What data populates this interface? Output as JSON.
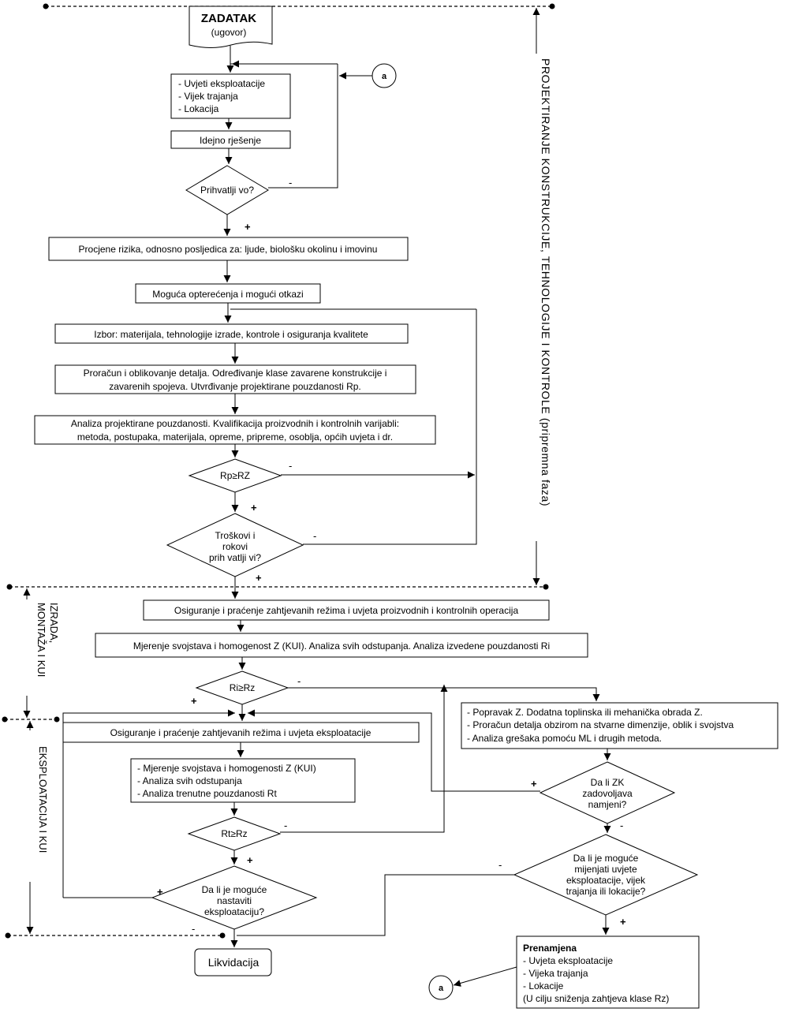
{
  "start": {
    "title": "ZADATAK",
    "subtitle": "(ugovor)"
  },
  "connector_label": "a",
  "boxes": {
    "uvjeti": [
      "- Uvjeti eksploatacije",
      "- Vijek trajanja",
      "- Lokacija"
    ],
    "idejno": "Idejno rješenje",
    "procjene": "Procjene rizika, odnosno posljedica za: ljude, biološku okolinu i imovinu",
    "moguca": "Moguća opterećenja i mogući otkazi",
    "izbor": "Izbor: materijala, tehnologije izrade, kontrole i osiguranja kvalitete",
    "proracun": [
      "Proračun i oblikovanje detalja. Određivanje klase zavarene konstrukcije i",
      "zavarenih spojeva. Utvrđivanje projektirane pouzdanosti Rp."
    ],
    "analiza": [
      "Analiza projektirane pouzdanosti. Kvalifikacija proizvodnih i kontrolnih  varijabli:",
      "metoda, postupaka, materijala, opreme, pripreme, osoblja, općih uvjeta i dr."
    ],
    "osiguranje1": "Osiguranje i praćenje zahtjevanih režima i uvjeta proizvodnih i kontrolnih operacija",
    "mjerenje1": "Mjerenje svojstava i homogenost Z (KUI). Analiza svih odstupanja. Analiza izvedene pouzdanosti Ri",
    "osiguranje2": "Osiguranje i praćenje zahtjevanih režima i uvjeta eksploatacije",
    "mjerenje2": [
      "- Mjerenje svojstava i homogenosti Z (KUI)",
      "- Analiza svih odstupanja",
      "- Analiza trenutne pouzdanosti Rt"
    ],
    "popravak": [
      "- Popravak Z. Dodatna toplinska ili mehanička obrada Z.",
      "- Proračun detalja obzirom na stvarne dimenzije, oblik i svojstva",
      "- Analiza grešaka pomoću ML i drugih metoda."
    ],
    "prenamjena_title": "Prenamjena",
    "prenamjena": [
      "- Uvjeta eksploatacije",
      "- Vijeka trajanja",
      "- Lokacije",
      "(U cilju sniženja zahtjeva klase Rz)"
    ],
    "likvidacija": "Likvidacija"
  },
  "decisions": {
    "prihvatljivo": "Prihvatlji vo?",
    "rp": "Rp≥RZ",
    "troskovi": [
      "Troškovi i",
      "rokovi",
      "prih vatlji vi?"
    ],
    "ri": "Ri≥Rz",
    "rt": "Rt≥Rz",
    "nastaviti": [
      "Da li je moguće",
      "nastaviti",
      "eksploataciju?"
    ],
    "zk": [
      "Da li ZK",
      "zadovoljava",
      "namjeni?"
    ],
    "mijenjati": [
      "Da li je moguće",
      "mijenjati uvjete",
      "eksploatacije, vijek",
      "trajanja ili lokacije?"
    ]
  },
  "signs": {
    "plus": "+",
    "minus": "-"
  },
  "phases": {
    "projektiranje": "PROJEKTIRANJE KONSTRUKCIJE, TEHNOLOGIJE I KONTROLE (pripremna faza)",
    "izrada": [
      "IZRADA,",
      "MONTAŽA I KUI"
    ],
    "eksploatacija": "EKSPLOATACIJA I KUI"
  }
}
